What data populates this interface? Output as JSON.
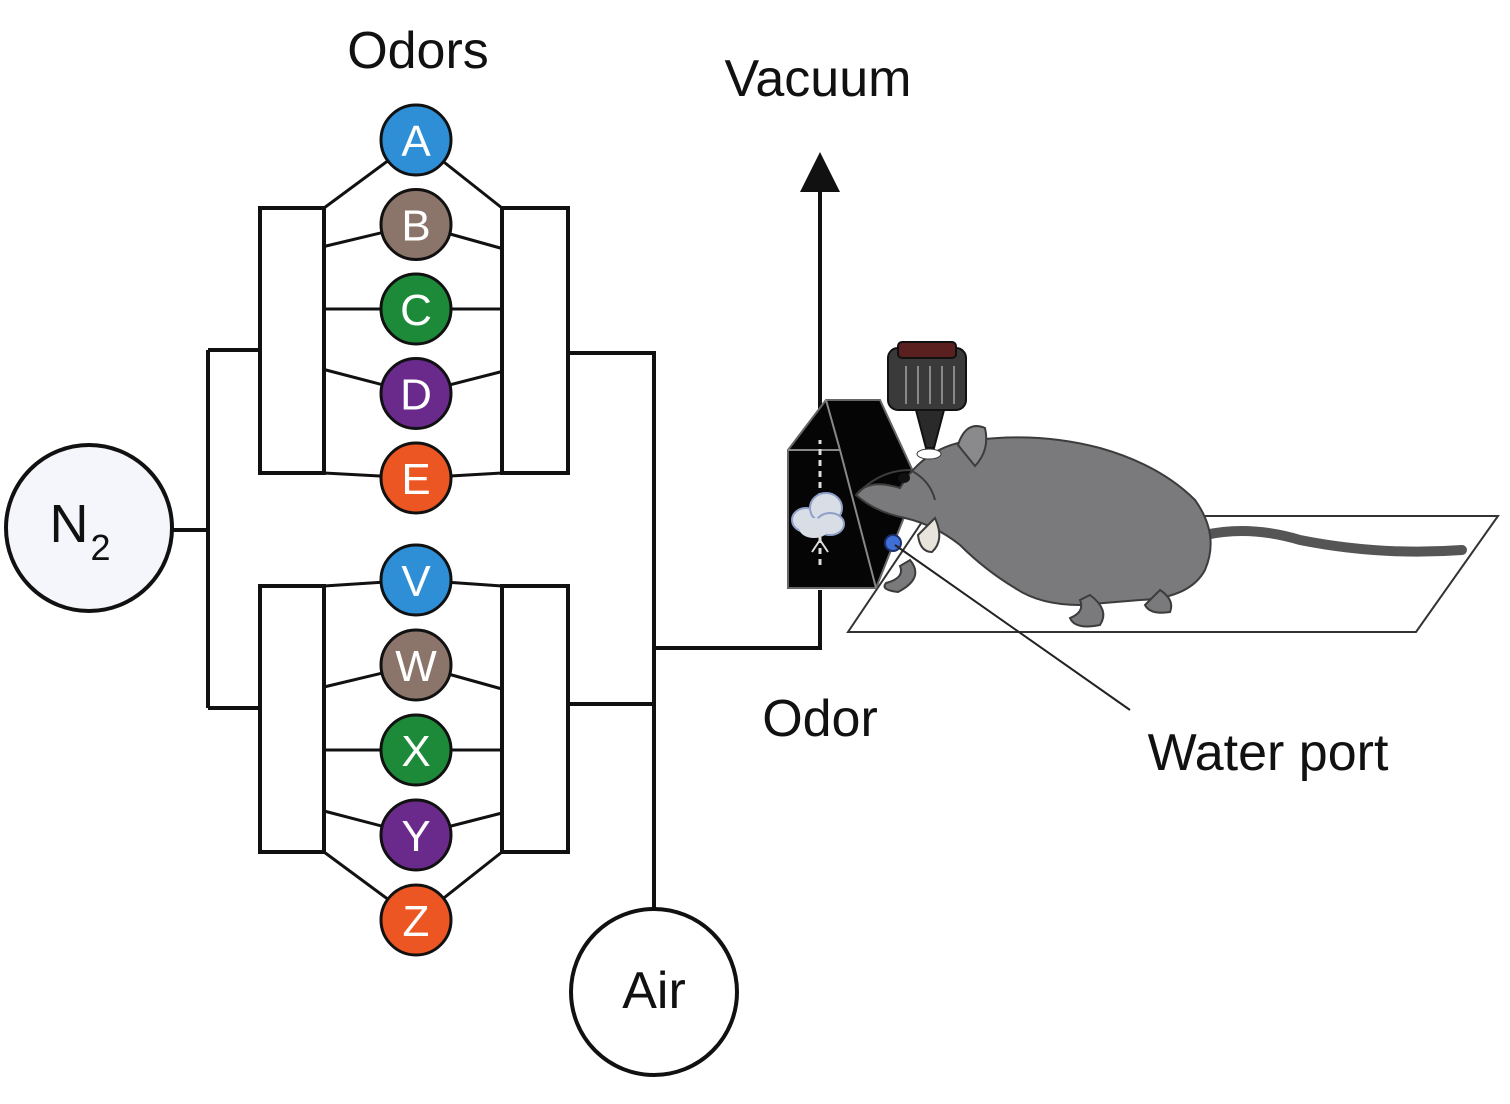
{
  "title": "Odors",
  "labels": {
    "n2_base": "N",
    "n2_sub": "2",
    "air": "Air",
    "vacuum": "Vacuum",
    "odor": "Odor",
    "water_port": "Water port"
  },
  "odor_groups": [
    {
      "name": "upper",
      "odors": [
        {
          "letter": "A",
          "color": "#2e8fd6"
        },
        {
          "letter": "B",
          "color": "#8b756a"
        },
        {
          "letter": "C",
          "color": "#1d8a3a"
        },
        {
          "letter": "D",
          "color": "#6a2a8c"
        },
        {
          "letter": "E",
          "color": "#ec5623"
        }
      ]
    },
    {
      "name": "lower",
      "odors": [
        {
          "letter": "V",
          "color": "#2e8fd6"
        },
        {
          "letter": "W",
          "color": "#8b756a"
        },
        {
          "letter": "X",
          "color": "#1d8a3a"
        },
        {
          "letter": "Y",
          "color": "#6a2a8c"
        },
        {
          "letter": "Z",
          "color": "#ec5623"
        }
      ]
    }
  ],
  "colors": {
    "n2_fill": "#f4f6fb",
    "rat_body": "#7a7a7c",
    "odor_port": "#000000",
    "water_port": "#3f6fd6"
  }
}
